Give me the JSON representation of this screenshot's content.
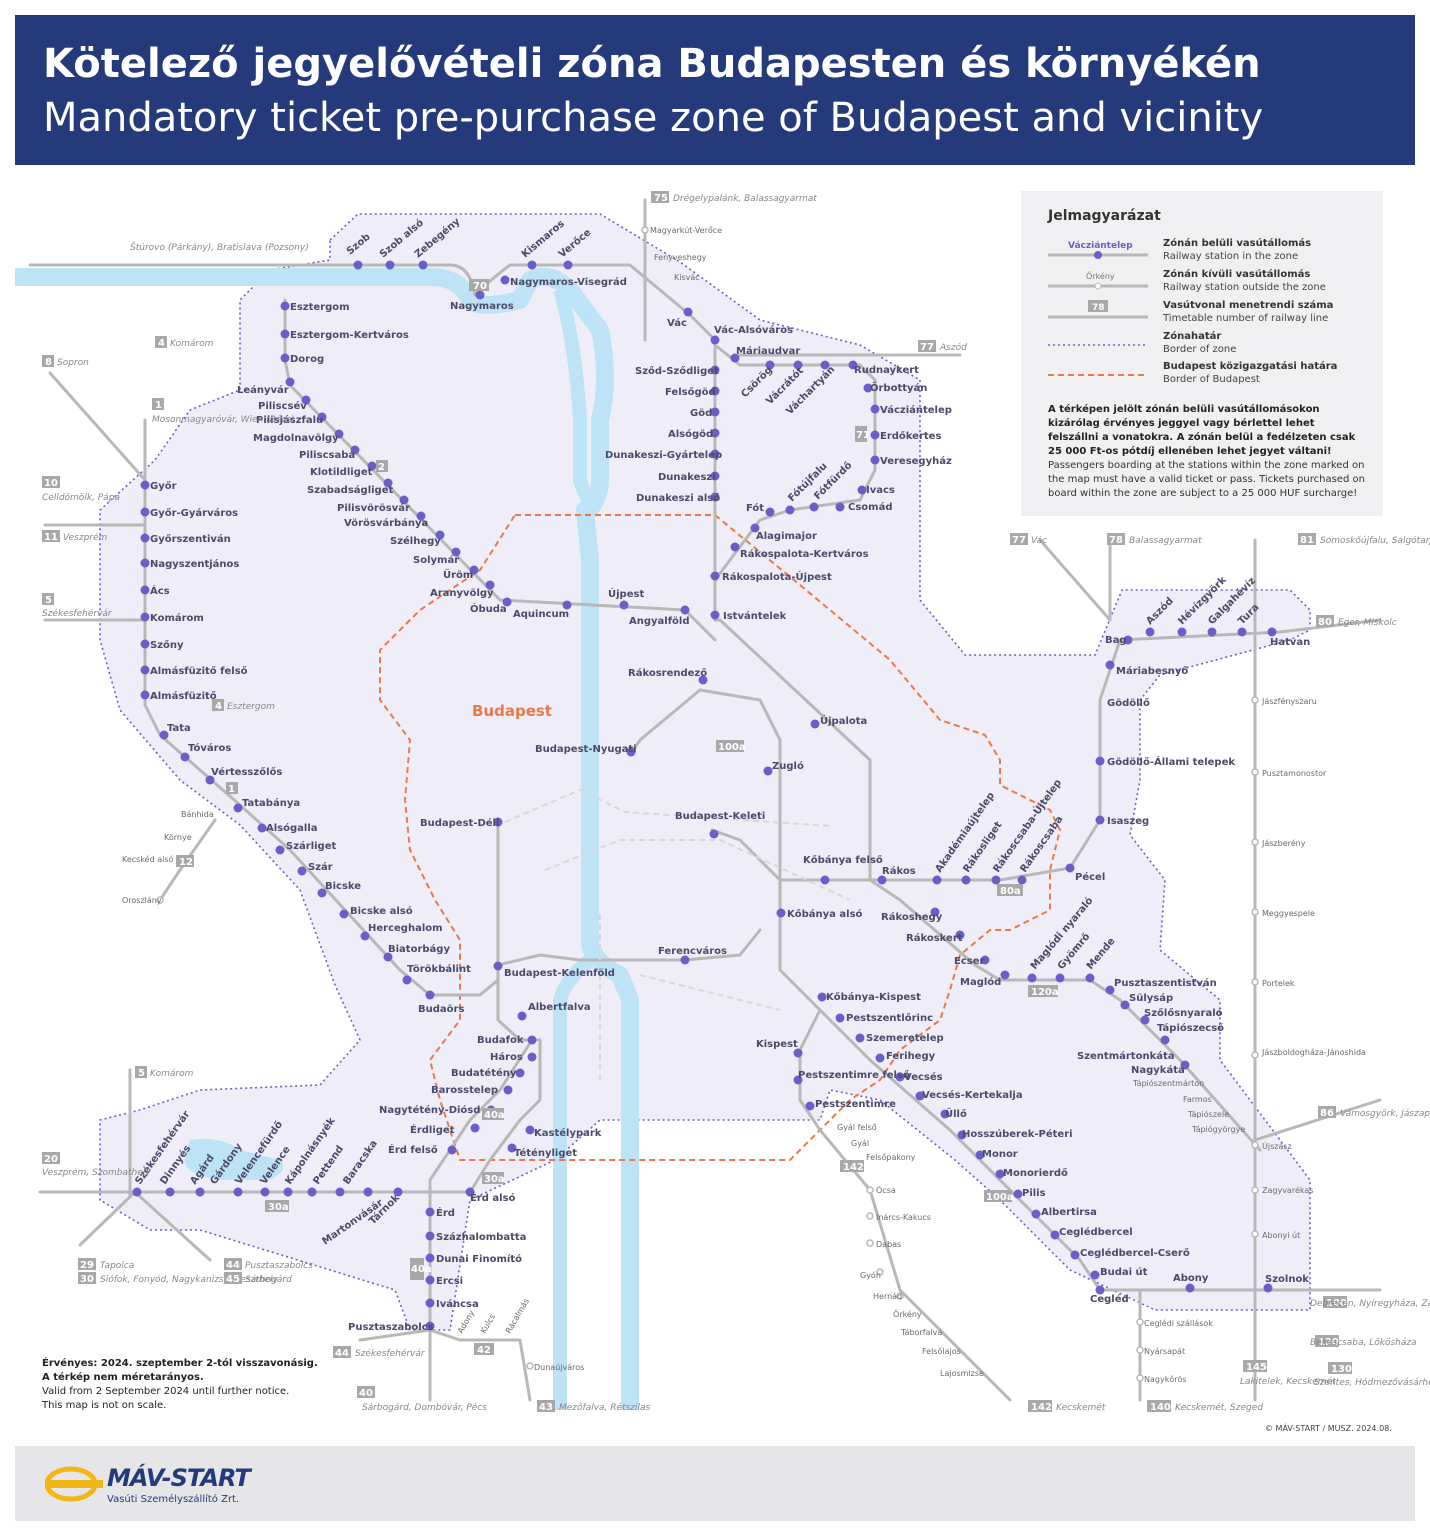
{
  "header": {
    "title_hu": "Kötelező jegyelővételi zóna Budapesten és környékén",
    "title_en": "Mandatory ticket pre-purchase zone of Budapest and vicinity"
  },
  "colors": {
    "header_bg": "#243a7a",
    "zone_fill": "#efeef8",
    "zone_border": "#6a5fc8",
    "station": "#6a5fc8",
    "line": "#b8b8b8",
    "river": "#bde3f7",
    "budapest_border": "#e8794a"
  },
  "map": {
    "city_label": "Budapest",
    "stations": [
      {
        "name": "Szob"
      },
      {
        "name": "Szob alsó"
      },
      {
        "name": "Zebegény"
      },
      {
        "name": "Nagymaros"
      },
      {
        "name": "Nagymaros-Visegrád"
      },
      {
        "name": "Kismaros"
      },
      {
        "name": "Verőce"
      },
      {
        "name": "Vác"
      },
      {
        "name": "Vác-Alsóváros"
      },
      {
        "name": "Máriaudvar"
      },
      {
        "name": "Sződ-Sződliget"
      },
      {
        "name": "Felsőgöd"
      },
      {
        "name": "Göd"
      },
      {
        "name": "Alsógöd"
      },
      {
        "name": "Dunakeszi-Gyártelep"
      },
      {
        "name": "Dunakeszi"
      },
      {
        "name": "Dunakeszi alsó"
      },
      {
        "name": "Rákospalota-Újpest"
      },
      {
        "name": "Istvántelek"
      },
      {
        "name": "Csörög"
      },
      {
        "name": "Vácrátót"
      },
      {
        "name": "Váchartyán"
      },
      {
        "name": "Rudnaykert"
      },
      {
        "name": "Őrbottyán"
      },
      {
        "name": "Vácziántelep"
      },
      {
        "name": "Erdőkertes"
      },
      {
        "name": "Veresegyház"
      },
      {
        "name": "Ivacs"
      },
      {
        "name": "Csomád"
      },
      {
        "name": "Fótfürdő"
      },
      {
        "name": "Fótújfalu"
      },
      {
        "name": "Fót"
      },
      {
        "name": "Alagimajor"
      },
      {
        "name": "Rákospalota-Kertváros"
      },
      {
        "name": "Esztergom"
      },
      {
        "name": "Esztergom-Kertváros"
      },
      {
        "name": "Dorog"
      },
      {
        "name": "Leányvár"
      },
      {
        "name": "Piliscsév"
      },
      {
        "name": "Pilisjászfalu"
      },
      {
        "name": "Magdolnavölgy"
      },
      {
        "name": "Piliscsaba"
      },
      {
        "name": "Klotildliget"
      },
      {
        "name": "Szabadságliget"
      },
      {
        "name": "Pilisvörösvár"
      },
      {
        "name": "Vörösvárbánya"
      },
      {
        "name": "Szélhegy"
      },
      {
        "name": "Solymár"
      },
      {
        "name": "Üröm"
      },
      {
        "name": "Aranyvölgy"
      },
      {
        "name": "Óbuda"
      },
      {
        "name": "Aquincum"
      },
      {
        "name": "Újpest"
      },
      {
        "name": "Angyalföld"
      },
      {
        "name": "Rákosrendező"
      },
      {
        "name": "Budapest-Nyugati"
      },
      {
        "name": "Újpalota"
      },
      {
        "name": "Zugló"
      },
      {
        "name": "Budapest-Keleti"
      },
      {
        "name": "Kőbánya felső"
      },
      {
        "name": "Kőbánya alsó"
      },
      {
        "name": "Rákos"
      },
      {
        "name": "Akadémiaújtelep"
      },
      {
        "name": "Rákosliget"
      },
      {
        "name": "Rákoscsaba-Újtelep"
      },
      {
        "name": "Rákoscsaba"
      },
      {
        "name": "Pécel"
      },
      {
        "name": "Isaszeg"
      },
      {
        "name": "Gödöllő-Állami telepek"
      },
      {
        "name": "Gödöllő"
      },
      {
        "name": "Máriabesnyő"
      },
      {
        "name": "Bag"
      },
      {
        "name": "Aszód"
      },
      {
        "name": "Hévízgyörk"
      },
      {
        "name": "Galgahévíz"
      },
      {
        "name": "Tura"
      },
      {
        "name": "Hatvan"
      },
      {
        "name": "Rákoshegy"
      },
      {
        "name": "Rákoskert"
      },
      {
        "name": "Ecser"
      },
      {
        "name": "Maglód"
      },
      {
        "name": "Maglódi nyaraló"
      },
      {
        "name": "Gyömrő"
      },
      {
        "name": "Mende"
      },
      {
        "name": "Pusztaszentistván"
      },
      {
        "name": "Sülysáp"
      },
      {
        "name": "Szőlősnyaraló"
      },
      {
        "name": "Tápiószecső"
      },
      {
        "name": "Szentmártonkáta"
      },
      {
        "name": "Nagykáta"
      },
      {
        "name": "Kőbánya-Kispest"
      },
      {
        "name": "Pestszentlőrinc"
      },
      {
        "name": "Szemeretelep"
      },
      {
        "name": "Ferihegy"
      },
      {
        "name": "Vecsés"
      },
      {
        "name": "Vecsés-Kertekalja"
      },
      {
        "name": "Üllő"
      },
      {
        "name": "Hosszúberek-Péteri"
      },
      {
        "name": "Monor"
      },
      {
        "name": "Monorierdő"
      },
      {
        "name": "Pilis"
      },
      {
        "name": "Albertirsa"
      },
      {
        "name": "Ceglédbercel"
      },
      {
        "name": "Ceglédbercel-Cserő"
      },
      {
        "name": "Budai út"
      },
      {
        "name": "Cegléd"
      },
      {
        "name": "Abony"
      },
      {
        "name": "Szolnok"
      },
      {
        "name": "Kispest"
      },
      {
        "name": "Pestszentimre felső"
      },
      {
        "name": "Pestszentimre"
      },
      {
        "name": "Ferencváros"
      },
      {
        "name": "Budapest-Déli"
      },
      {
        "name": "Budapest-Kelenföld"
      },
      {
        "name": "Albertfalva"
      },
      {
        "name": "Budafok"
      },
      {
        "name": "Háros"
      },
      {
        "name": "Budatétény"
      },
      {
        "name": "Barosstelep"
      },
      {
        "name": "Nagytétény-Diósd"
      },
      {
        "name": "Érdliget"
      },
      {
        "name": "Érd felső"
      },
      {
        "name": "Kastélypark"
      },
      {
        "name": "Tétényliget"
      },
      {
        "name": "Érd alsó"
      },
      {
        "name": "Érd"
      },
      {
        "name": "Százhalombatta"
      },
      {
        "name": "Dunai Finomító"
      },
      {
        "name": "Ercsi"
      },
      {
        "name": "Iváncsa"
      },
      {
        "name": "Pusztaszabolcs"
      },
      {
        "name": "Törökbálint"
      },
      {
        "name": "Budaörs"
      },
      {
        "name": "Biatorbágy"
      },
      {
        "name": "Herceghalom"
      },
      {
        "name": "Bicske alsó"
      },
      {
        "name": "Bicske"
      },
      {
        "name": "Szár"
      },
      {
        "name": "Szárliget"
      },
      {
        "name": "Alsógalla"
      },
      {
        "name": "Tatabánya"
      },
      {
        "name": "Vértesszőlős"
      },
      {
        "name": "Tóváros"
      },
      {
        "name": "Tata"
      },
      {
        "name": "Almásfüzitő"
      },
      {
        "name": "Almásfüzitő felső"
      },
      {
        "name": "Szőny"
      },
      {
        "name": "Komárom"
      },
      {
        "name": "Ács"
      },
      {
        "name": "Nagyszentjános"
      },
      {
        "name": "Győrszentiván"
      },
      {
        "name": "Győr-Gyárváros"
      },
      {
        "name": "Győr"
      },
      {
        "name": "Székesfehérvár"
      },
      {
        "name": "Dinnyés"
      },
      {
        "name": "Agárd"
      },
      {
        "name": "Gárdony"
      },
      {
        "name": "Velencefürdő"
      },
      {
        "name": "Velence"
      },
      {
        "name": "Kápolnásnyék"
      },
      {
        "name": "Pettend"
      },
      {
        "name": "Baracska"
      },
      {
        "name": "Martonvásár"
      },
      {
        "name": "Tárnok"
      }
    ],
    "outside_stations": [
      "Magyarkút-Verőce",
      "Fenyveshegy",
      "Kisvác",
      "Bánhida",
      "Környe",
      "Kecskéd alsó",
      "Oroszlány",
      "Jászfényszaru",
      "Pusztamonostor",
      "Jászberény",
      "Meggyespele",
      "Portelek",
      "Jászboldogháza-Jánoshida",
      "Farmos",
      "Tápiószele",
      "Tápiógyörgye",
      "Tápiószentmárton",
      "Újszász",
      "Zagyvarékas",
      "Abonyi út",
      "Gyál felső",
      "Gyál",
      "Felsőpakony",
      "Ócsa",
      "Inárcs-Kakucs",
      "Dabas",
      "Gyón",
      "Hernád",
      "Örkény",
      "Táborfalva",
      "Felsőlajos",
      "Lajosmizse",
      "Ceglédi szállások",
      "Nyársapát",
      "Nagykőrös",
      "Adony",
      "Kulcs",
      "Rácalmás",
      "Dunaújváros"
    ],
    "line_numbers": [
      "70",
      "2",
      "1",
      "71",
      "100a",
      "80a",
      "120a",
      "142",
      "100a",
      "40a",
      "30a",
      "30a",
      "40a",
      "12"
    ],
    "destinations": [
      {
        "num": "75",
        "text": "Drégelypalánk, Balassagyarmat"
      },
      {
        "num": "",
        "text": "Štúrovo (Párkány), Bratislava (Pozsony)"
      },
      {
        "num": "4",
        "text": "Komárom"
      },
      {
        "num": "8",
        "text": "Sopron"
      },
      {
        "num": "1",
        "text": "Mosonmagyaróvár, Wien (Bécs)"
      },
      {
        "num": "10",
        "text": "Celldömölk, Pápa"
      },
      {
        "num": "11",
        "text": "Veszprém"
      },
      {
        "num": "5",
        "text": "Székesfehérvár"
      },
      {
        "num": "4",
        "text": "Esztergom"
      },
      {
        "num": "77",
        "text": "Aszód"
      },
      {
        "num": "77",
        "text": "Vác"
      },
      {
        "num": "78",
        "text": "Balassagyarmat"
      },
      {
        "num": "81",
        "text": "Somoskőújfalu, Salgótarján"
      },
      {
        "num": "80",
        "text": "Eger, Miskolc"
      },
      {
        "num": "86",
        "text": "Vámosgyörk, Jászapáti"
      },
      {
        "num": "100",
        "text": "Debrecen, Nyíregyháza, Záhony"
      },
      {
        "num": "120",
        "text": "Békéscsaba, Lőkösháza"
      },
      {
        "num": "130",
        "text": "Szentes, Hódmezővásárhely"
      },
      {
        "num": "145",
        "text": "Lakitelek, Kecskemét"
      },
      {
        "num": "140",
        "text": "Kecskemét, Szeged"
      },
      {
        "num": "142",
        "text": "Kecskemét"
      },
      {
        "num": "43",
        "text": "Mezőfalva, Rétszilas"
      },
      {
        "num": "40",
        "text": "Sárbogárd, Dombóvár, Pécs"
      },
      {
        "num": "44",
        "text": "Székesfehérvár"
      },
      {
        "num": "42",
        "text": ""
      },
      {
        "num": "29",
        "text": "Tapolca"
      },
      {
        "num": "30",
        "text": "Siófok, Fonyód, Nagykanizsa, Keszthely"
      },
      {
        "num": "44",
        "text": "Pusztaszabolcs"
      },
      {
        "num": "45",
        "text": "Sárbogárd"
      },
      {
        "num": "20",
        "text": "Veszprém, Szombathely"
      },
      {
        "num": "5",
        "text": "Komárom"
      }
    ]
  },
  "legend": {
    "title": "Jelmagyarázat",
    "items": [
      {
        "sample": "Vácziántelep",
        "hu": "Zónán belüli vasútállomás",
        "en": "Railway station in the zone"
      },
      {
        "sample": "Őrkény",
        "hu": "Zónán kívüli vasútállomás",
        "en": "Railway station outside the zone"
      },
      {
        "sample": "78",
        "hu": "Vasútvonal menetrendi száma",
        "en": "Timetable number of railway line"
      },
      {
        "sample": "",
        "hu": "Zónahatár",
        "en": "Border of zone"
      },
      {
        "sample": "",
        "hu": "Budapest közigazgatási határa",
        "en": "Border of Budapest"
      }
    ],
    "note_hu": "A térképen jelölt zónán belüli vasútállomásokon kizárólag érvényes jeggyel vagy bérlettel lehet felszállni a vonatokra. A zónán belül a fedélzeten csak 25 000 Ft-os pótdíj ellenében lehet jegyet váltani!",
    "note_en": "Passengers boarding at the stations within the zone marked on the map must have a valid ticket or pass. Tickets purchased on board within the zone are subject to a 25 000 HUF surcharge!"
  },
  "validity": {
    "hu1": "Érvényes: 2024. szeptember 2-tól visszavonásig.",
    "hu2": "A térkép nem méretarányos.",
    "en1": "Valid from 2 September 2024 until further notice.",
    "en2": "This map is not on scale."
  },
  "copyright": "© MÁV-START / MUSZ. 2024.08.",
  "footer": {
    "logo_name": "MÁV-START",
    "logo_sub": "Vasúti Személyszállító Zrt."
  }
}
